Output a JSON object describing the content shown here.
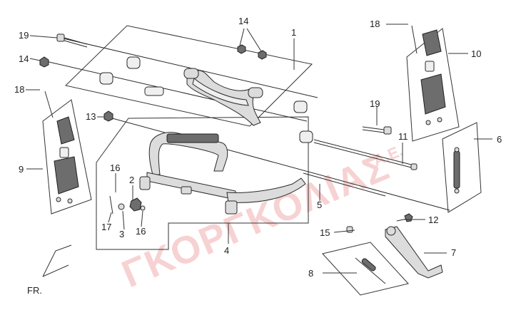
{
  "diagram": {
    "watermark": "ΓΚΟΡΓΚΟΛΙΑΣ",
    "watermark_suffix": "A.E.",
    "direction_label": "FR.",
    "callouts": {
      "c1": "1",
      "c2": "2",
      "c3": "3",
      "c4": "4",
      "c5": "5",
      "c6": "6",
      "c7": "7",
      "c8": "8",
      "c9": "9",
      "c10": "10",
      "c11": "11",
      "c12": "12",
      "c13": "13",
      "c14a": "14",
      "c14b": "14",
      "c15": "15",
      "c16a": "16",
      "c16b": "16",
      "c17": "17",
      "c18a": "18",
      "c18b": "18",
      "c19a": "19",
      "c19b": "19"
    }
  }
}
